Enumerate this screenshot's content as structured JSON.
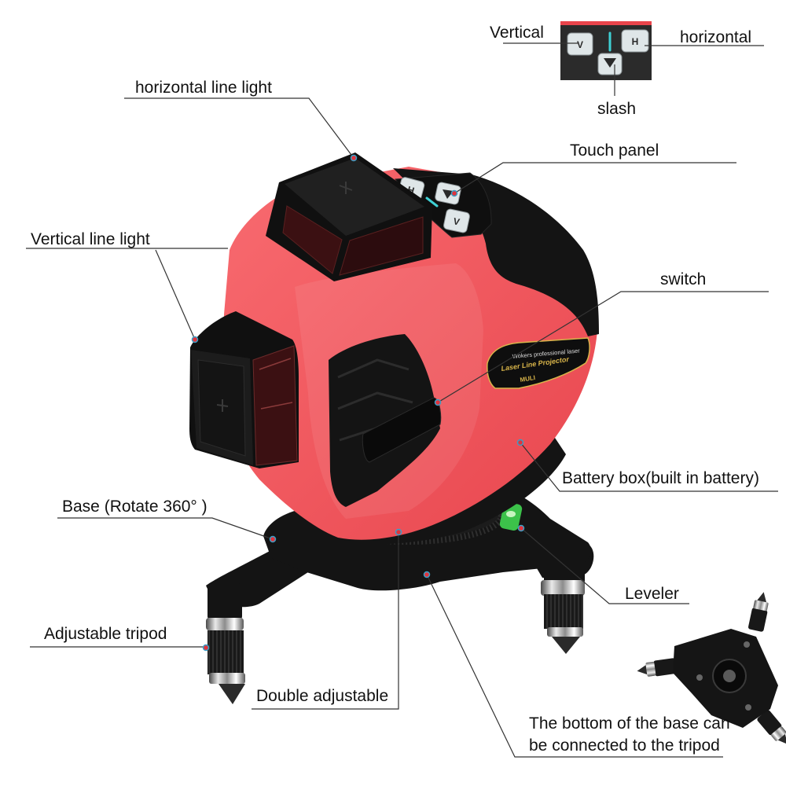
{
  "callouts": {
    "vertical": "Vertical",
    "horizontal": "horizontal",
    "slash": "slash",
    "horizontal_line_light": "horizontal line light",
    "touch_panel": "Touch panel",
    "vertical_line_light": "Vertical line light",
    "switch": "switch",
    "battery_box": "Battery box(built in battery)",
    "base": "Base (Rotate 360° )",
    "leveler": "Leveler",
    "adjustable_tripod": "Adjustable tripod",
    "double_adjustable": "Double adjustable",
    "tripod_mount": {
      "line1": "The bottom of the base can",
      "line2": "be connected to the tripod"
    }
  },
  "inset_panel": {
    "key_left": "V",
    "key_right": "H",
    "key_center_icon": "triangle-down-icon"
  },
  "device": {
    "touch_keys": [
      "H",
      "V"
    ],
    "badge": {
      "tagline": "Wokers professional laser",
      "product": "Laser Line Projector",
      "model": "MULI"
    }
  },
  "colors": {
    "body": "#f2585e",
    "housing_dark": "#141414",
    "callout_line": "#333333",
    "callout_dot": "#3a9fc7",
    "accent_teal": "#3fd0d4",
    "leveler_green": "#3cc24a",
    "badge_gold": "#d9b54a"
  }
}
